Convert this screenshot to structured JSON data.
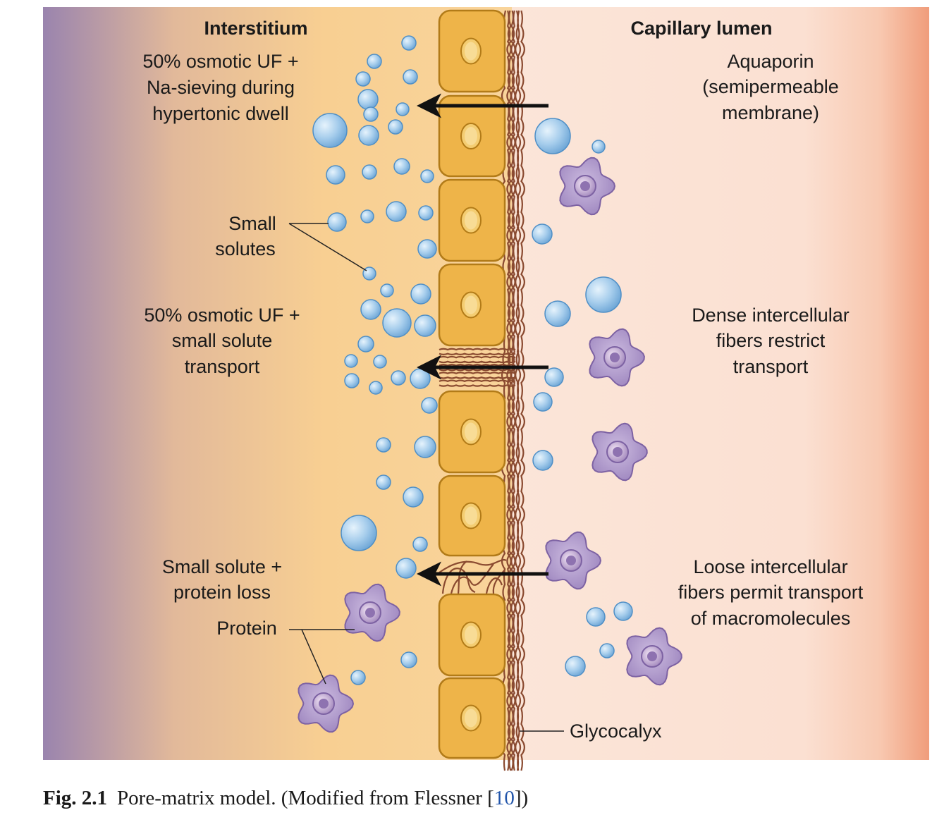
{
  "diagram": {
    "headers": {
      "interstitium": "Interstitium",
      "capillary_lumen": "Capillary lumen"
    },
    "left_labels": {
      "top": [
        "50% osmotic UF +",
        "Na-sieving during",
        "hypertonic dwell"
      ],
      "small_solutes": [
        "Small",
        "solutes"
      ],
      "middle": [
        "50% osmotic UF +",
        "small solute",
        "transport"
      ],
      "bottom": [
        "Small solute +",
        "protein loss"
      ],
      "protein": "Protein"
    },
    "right_labels": {
      "aquaporin": [
        "Aquaporin",
        "(semipermeable",
        "membrane)"
      ],
      "dense": [
        "Dense intercellular",
        "fibers restrict",
        "transport"
      ],
      "loose": [
        "Loose intercellular",
        "fibers permit transport",
        "of macromolecules"
      ],
      "glycocalyx": "Glycocalyx"
    },
    "colors": {
      "interstitium_edge": "#9b82ad",
      "interstitium_fill": "#f8cf92",
      "lumen_fill": "#fbe2d6",
      "lumen_edge": "#f0a37f",
      "cell_fill": "#eeb449",
      "cell_border": "#b27b18",
      "fiber": "#8a4a30",
      "solute": "#7fb4de",
      "protein": "#a992c4",
      "arrow": "#111111"
    }
  },
  "caption": {
    "label": "Fig. 2.1",
    "text": "Pore-matrix model. (Modified from Flessner [",
    "ref": "10",
    "end": "])"
  }
}
